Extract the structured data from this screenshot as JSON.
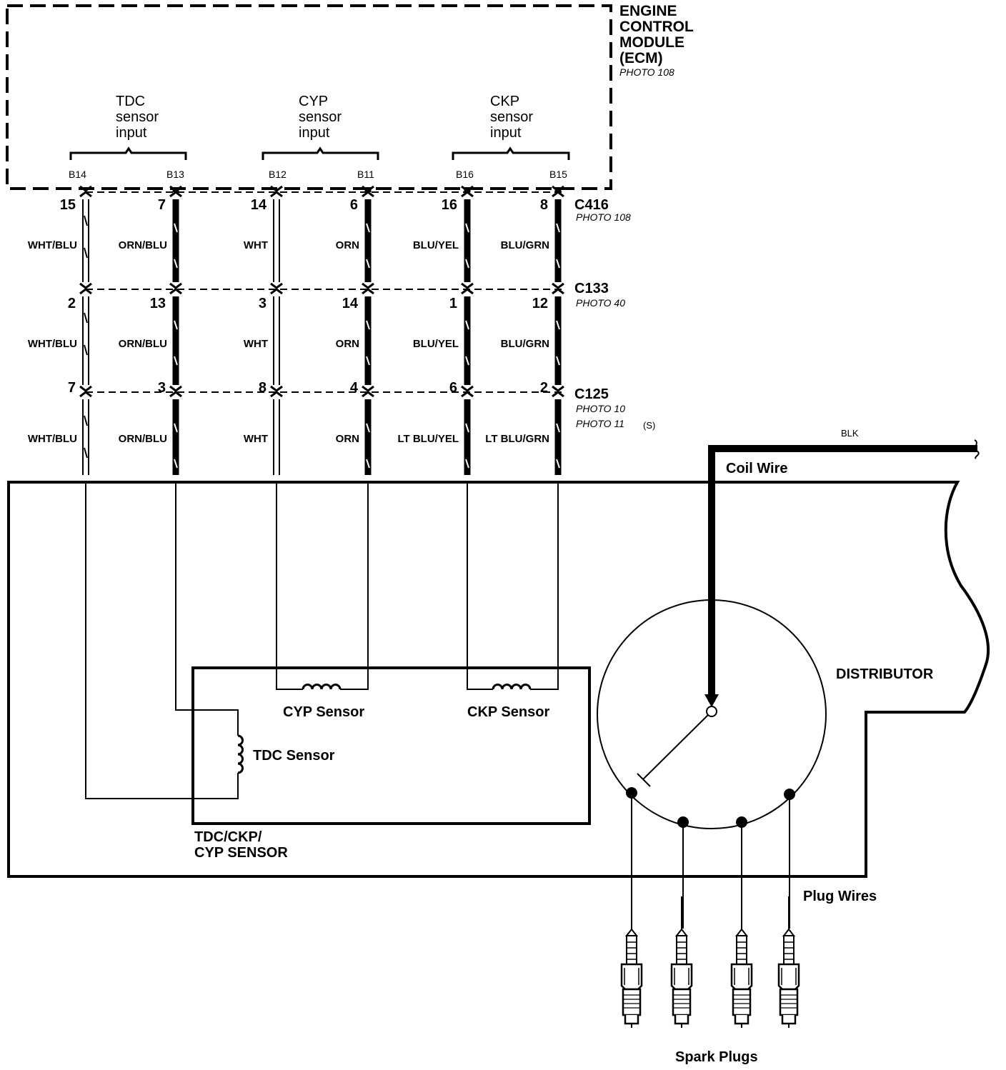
{
  "ecm": {
    "title_lines": [
      "ENGINE",
      "CONTROL",
      "MODULE",
      "(ECM)"
    ],
    "photo": "PHOTO 108",
    "groups": [
      {
        "lines": [
          "TDC",
          "sensor",
          "input"
        ]
      },
      {
        "lines": [
          "CYP",
          "sensor",
          "input"
        ]
      },
      {
        "lines": [
          "CKP",
          "sensor",
          "input"
        ]
      }
    ]
  },
  "wires": [
    {
      "ecm_pin": "B14",
      "pins": [
        "15",
        "2",
        "7"
      ],
      "colors": [
        "WHT/BLU",
        "WHT/BLU",
        "WHT/BLU"
      ]
    },
    {
      "ecm_pin": "B13",
      "pins": [
        "7",
        "13",
        "3"
      ],
      "colors": [
        "ORN/BLU",
        "ORN/BLU",
        "ORN/BLU"
      ]
    },
    {
      "ecm_pin": "B12",
      "pins": [
        "14",
        "3",
        "8"
      ],
      "colors": [
        "WHT",
        "WHT",
        "WHT"
      ]
    },
    {
      "ecm_pin": "B11",
      "pins": [
        "6",
        "14",
        "4"
      ],
      "colors": [
        "ORN",
        "ORN",
        "ORN"
      ]
    },
    {
      "ecm_pin": "B16",
      "pins": [
        "16",
        "1",
        "6"
      ],
      "colors": [
        "BLU/YEL",
        "BLU/YEL",
        "LT BLU/YEL"
      ]
    },
    {
      "ecm_pin": "B15",
      "pins": [
        "8",
        "12",
        "2"
      ],
      "colors": [
        "BLU/GRN",
        "BLU/GRN",
        "LT BLU/GRN"
      ]
    }
  ],
  "connectors": [
    {
      "name": "C416",
      "photos": [
        "PHOTO 108"
      ]
    },
    {
      "name": "C133",
      "photos": [
        "PHOTO 40"
      ]
    },
    {
      "name": "C125",
      "photos": [
        "PHOTO 10",
        "PHOTO 11"
      ],
      "note": "(S)"
    }
  ],
  "distributor": {
    "coil_wire_color": "BLK",
    "coil_wire_label": "Coil Wire",
    "label": "DISTRIBUTOR",
    "sensor_box_lines": [
      "TDC/CKP/",
      "CYP SENSOR"
    ],
    "cyp_sensor": "CYP Sensor",
    "ckp_sensor": "CKP Sensor",
    "tdc_sensor": "TDC Sensor",
    "plug_wires": "Plug Wires",
    "spark_plugs": "Spark Plugs"
  }
}
